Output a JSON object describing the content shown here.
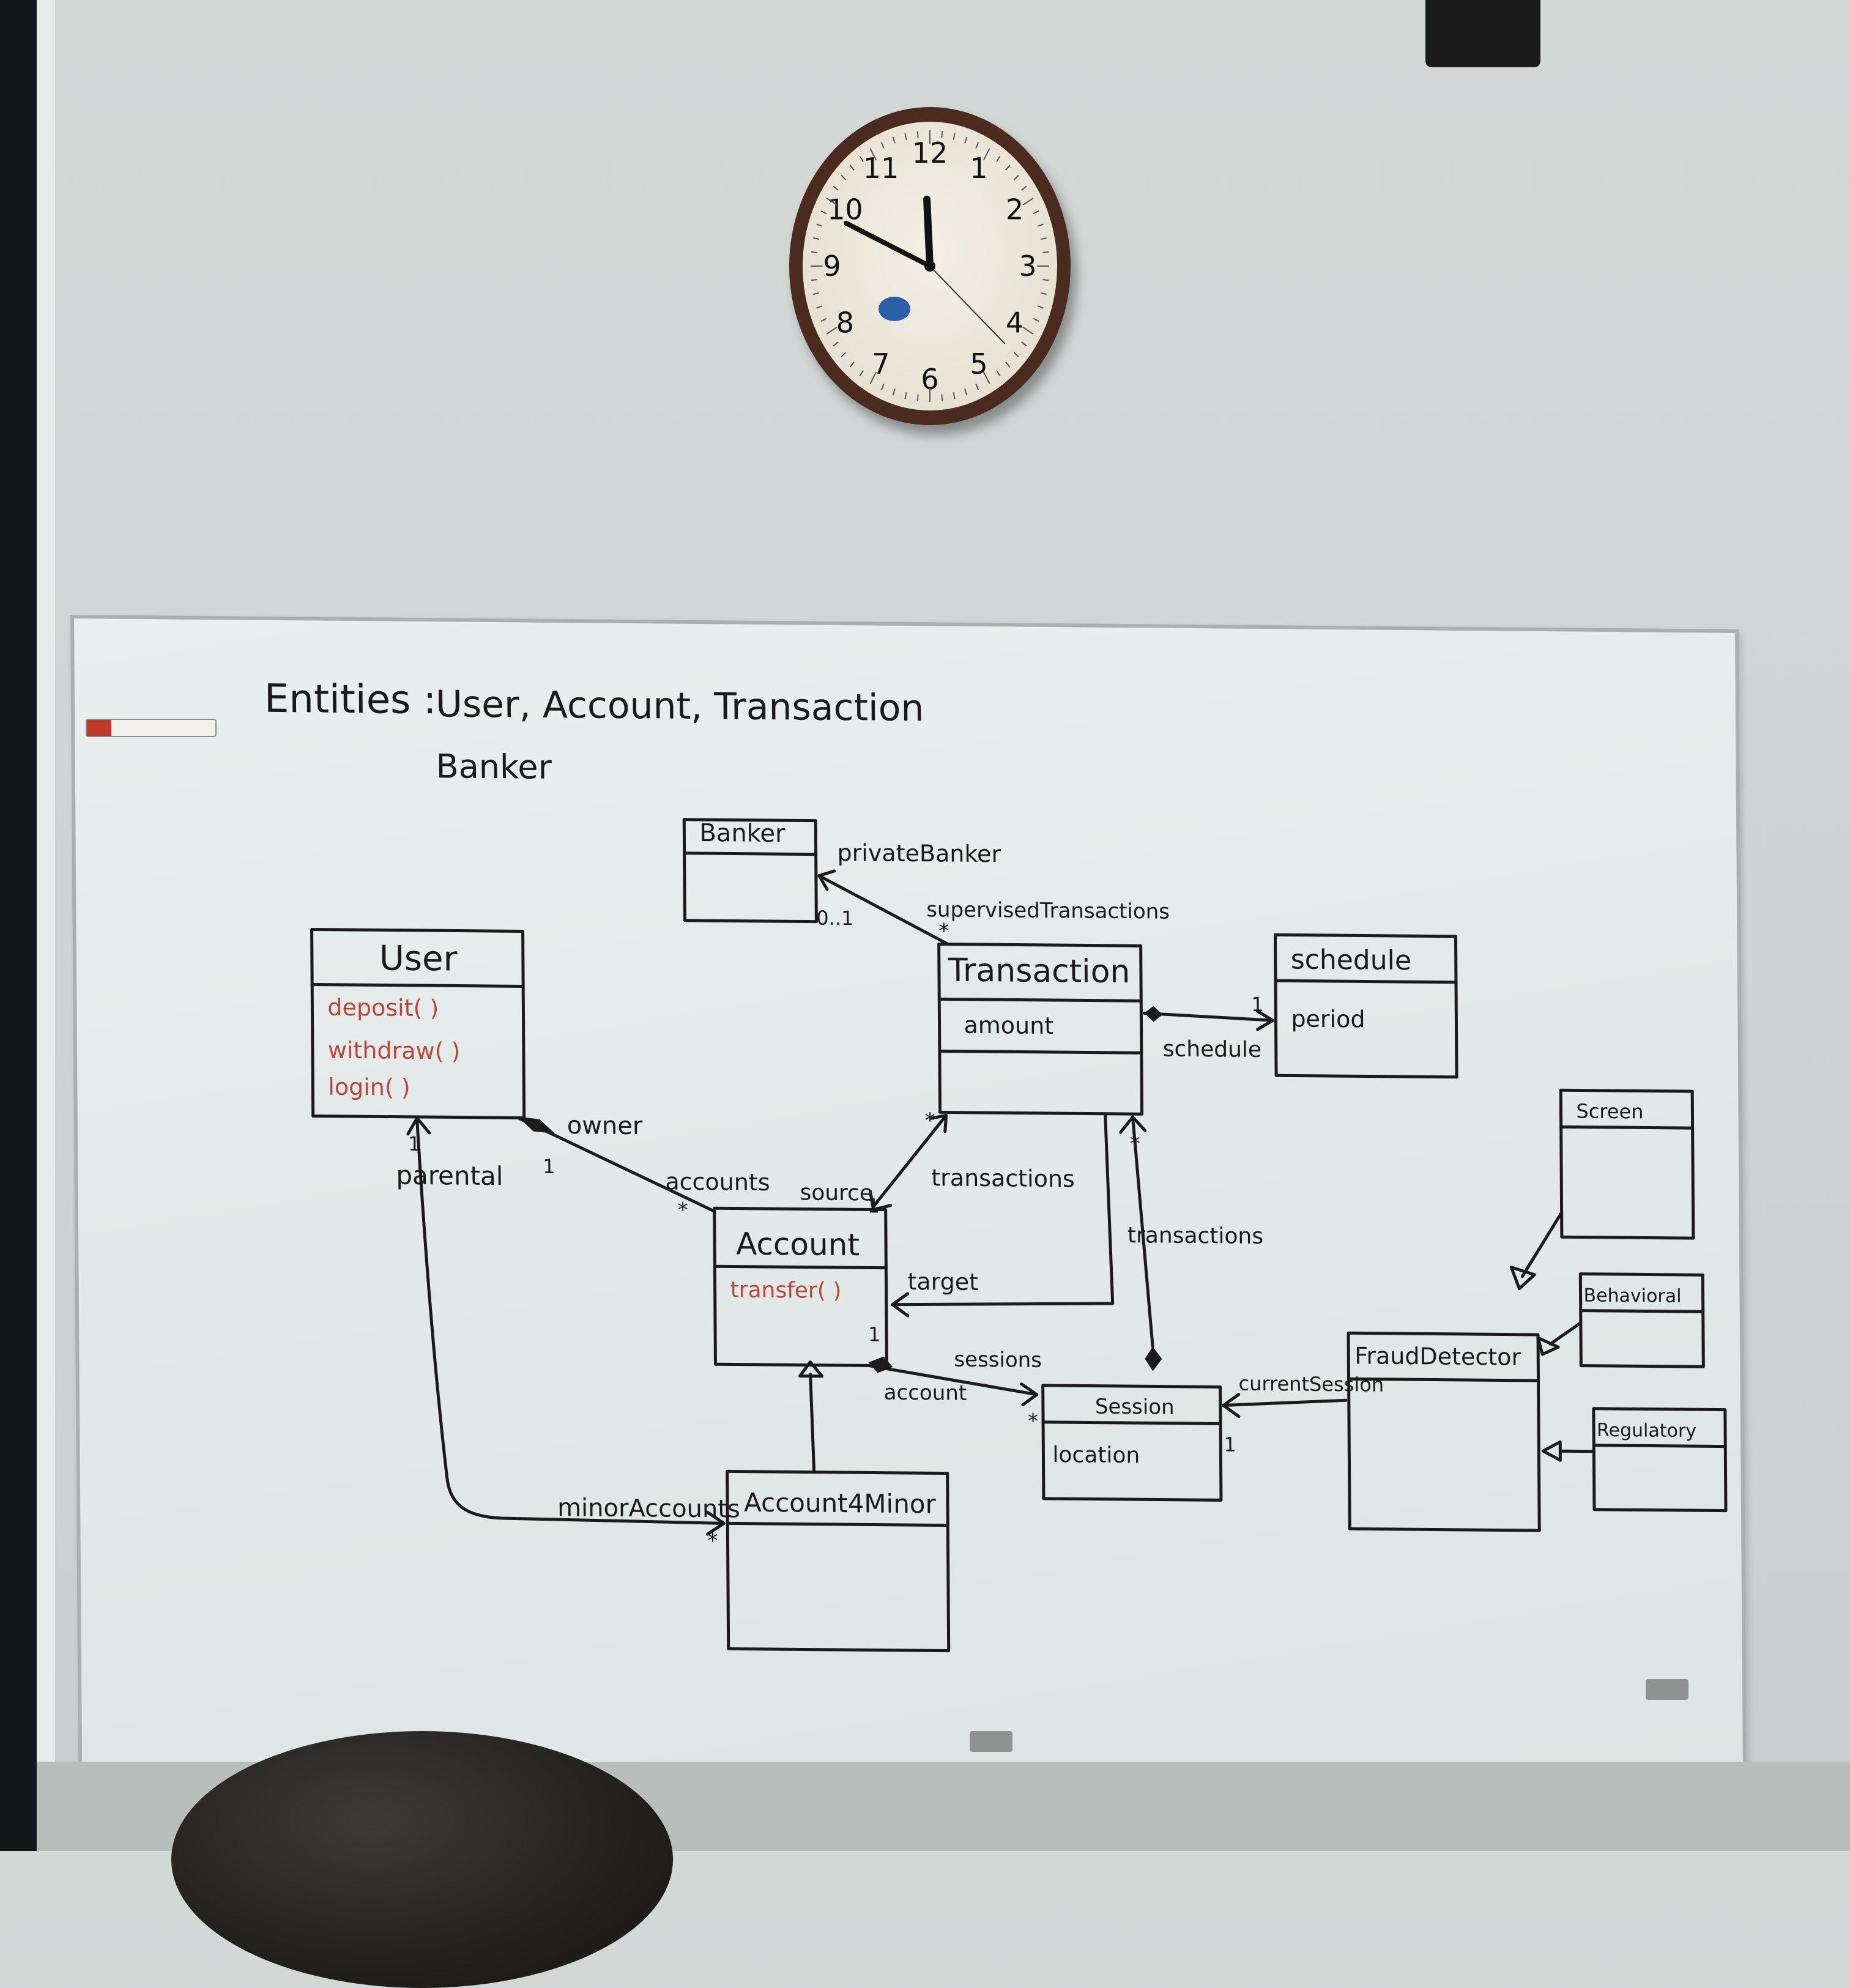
{
  "whiteboard": {
    "heading_label": "Entities :",
    "heading_list": "User, Account, Transaction",
    "heading_list_2": "Banker"
  },
  "classes": {
    "banker": {
      "name": "Banker"
    },
    "user": {
      "name": "User",
      "methods": [
        "deposit( )",
        "withdraw( )",
        "login( )"
      ]
    },
    "transaction": {
      "name": "Transaction",
      "attributes": [
        "amount"
      ]
    },
    "schedule": {
      "name": "schedule",
      "attributes": [
        "period"
      ]
    },
    "account": {
      "name": "Account",
      "methods": [
        "transfer( )"
      ]
    },
    "account_minor": {
      "name": "Account4Minor"
    },
    "session": {
      "name": "Session",
      "attributes": [
        "location"
      ]
    },
    "fraud_detector": {
      "name": "FraudDetector"
    },
    "screen": {
      "name": "Screen"
    },
    "behavioral": {
      "name": "Behavioral"
    },
    "regulatory": {
      "name": "Regulatory"
    }
  },
  "associations": {
    "private_banker": "privateBanker",
    "supervised": "supervisedTransactions",
    "mult_01": "0..1",
    "mult_star": "*",
    "mult_one": "1",
    "schedule_role": "schedule",
    "owner": "owner",
    "accounts": "accounts",
    "parental": "parental",
    "source": "source",
    "transactions_1": "transactions",
    "transactions_2": "transactions",
    "target": "target",
    "sessions": "sessions",
    "account_role": "account",
    "current_session": "currentSession",
    "minor_accounts": "minorAccounts"
  },
  "clock": {
    "numerals": [
      "12",
      "1",
      "2",
      "3",
      "4",
      "5",
      "6",
      "7",
      "8",
      "9",
      "10",
      "11"
    ],
    "hour_value": 11.9,
    "minute_value": 49,
    "second_value": 22
  },
  "colors": {
    "ink": "#1a1a1a",
    "red_ink": "#b8463b",
    "clock_rim": "#4b2a20"
  }
}
